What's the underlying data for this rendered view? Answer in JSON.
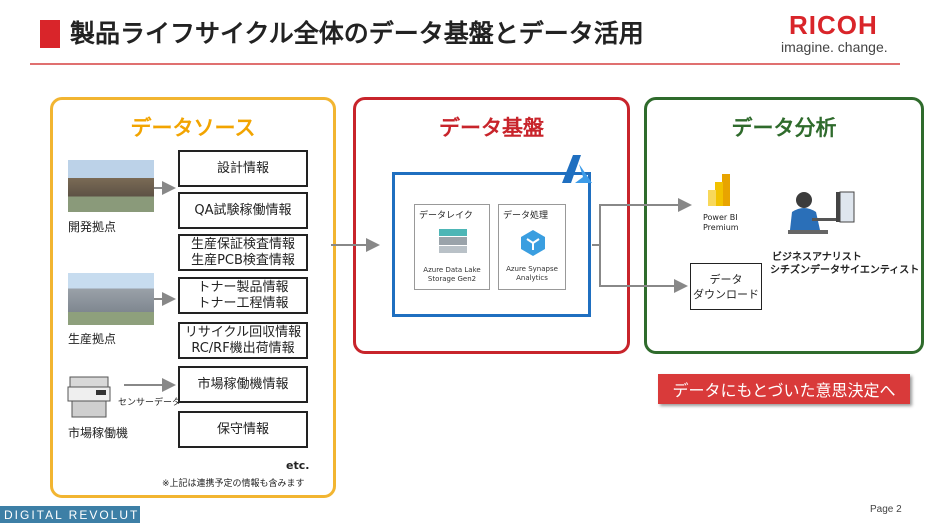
{
  "header": {
    "title": "製品ライフサイクル全体のデータ基盤とデータ活用",
    "brand": "RICOH",
    "tagline": "imagine. change."
  },
  "sources": {
    "heading": "データソース",
    "sites": [
      "開発拠点",
      "生産拠点",
      "市場稼働機"
    ],
    "sensor_label": "センサーデータ",
    "items": [
      {
        "lines": [
          "設計情報"
        ]
      },
      {
        "lines": [
          "QA試験稼働情報"
        ]
      },
      {
        "lines": [
          "生産保証検査情報",
          "生産PCB検査情報"
        ]
      },
      {
        "lines": [
          "トナー製品情報",
          "トナー工程情報"
        ]
      },
      {
        "lines": [
          "リサイクル回収情報",
          "RC/RF機出荷情報"
        ]
      },
      {
        "lines": [
          "市場稼働機情報"
        ]
      },
      {
        "lines": [
          "保守情報"
        ]
      }
    ],
    "etc": "etc.",
    "note": "※上記は連携予定の情報も含みます"
  },
  "platform": {
    "heading": "データ基盤",
    "lake": {
      "label": "データレイク",
      "caption": [
        "Azure Data Lake",
        "Storage Gen2"
      ]
    },
    "processing": {
      "label": "データ処理",
      "caption": [
        "Azure Synapse",
        "Analytics"
      ]
    }
  },
  "analysis": {
    "heading": "データ分析",
    "powerbi": [
      "Power BI",
      "Premium"
    ],
    "download": [
      "データ",
      "ダウンロード"
    ],
    "users": [
      "ビジネスアナリスト",
      "シチズンデータサイエンティスト"
    ]
  },
  "cta": "データにもとづいた意思決定へ",
  "footer": {
    "tag": "DIGITAL REVOLUTION",
    "page": "Page 2"
  },
  "colors": {
    "accent": "#d9252a",
    "source": "#f2b531",
    "platform": "#c8242b",
    "analysis": "#2f6b2c",
    "azure": "#1f6fc0"
  }
}
